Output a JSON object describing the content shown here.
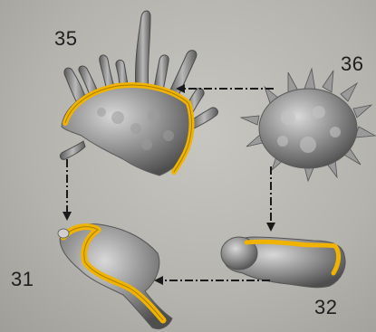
{
  "diagram": {
    "labels": {
      "a": "35",
      "b": "36",
      "c": "31",
      "d": "32"
    },
    "colors": {
      "background": "#b9b8b3",
      "surface": "#8a8a8a",
      "outline": "#f0b400",
      "arrow": "#1a1a1a"
    }
  }
}
